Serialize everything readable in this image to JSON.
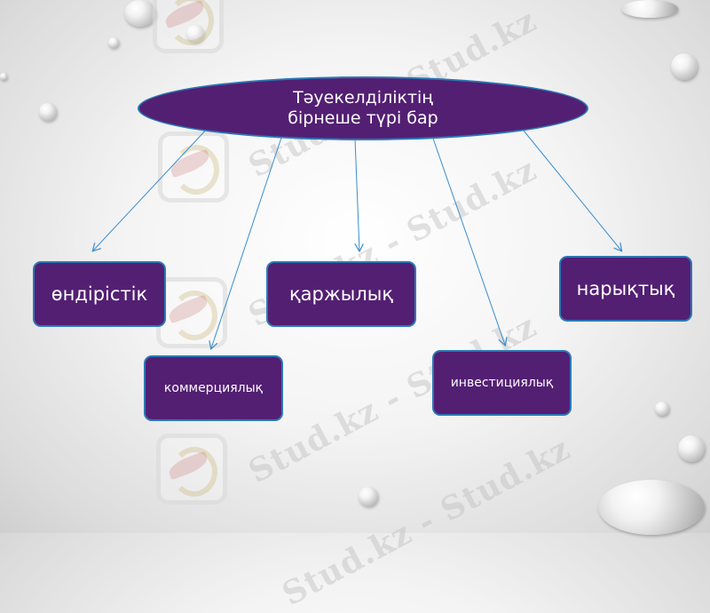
{
  "diagram": {
    "root": "Тәуекелділіктің бірнеше түрі бар",
    "nodes": {
      "ondiristik": "өндірістік",
      "kommerciyalyk": "коммерциялық",
      "karzhylyk": "қаржылық",
      "investiciyalyk": "инвестициялық",
      "naryktyk": "нарықтық"
    }
  },
  "watermark": {
    "text": "Stud.kz - Stud.kz"
  },
  "colors": {
    "node_fill": "#531f73",
    "node_border": "#2b79b6",
    "arrow": "#3a8fcf",
    "text": "#ffffff"
  }
}
